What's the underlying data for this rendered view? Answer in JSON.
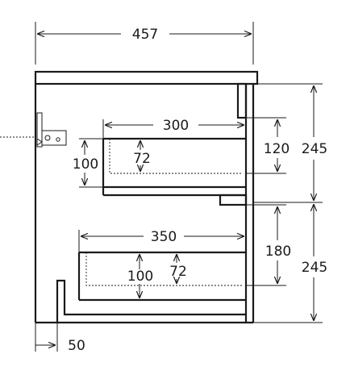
{
  "dimensions": {
    "overall_width": "457",
    "upper_drawer_width": "300",
    "lower_drawer_width": "350",
    "upper_front_height": "100",
    "upper_drawer_height": "72",
    "upper_clearance": "120",
    "upper_section_height": "245",
    "lower_drawer_front": "100",
    "lower_drawer_height": "72",
    "lower_clearance": "180",
    "lower_section_height": "245",
    "plinth_depth": "50"
  },
  "colors": {
    "line": "#1a1a1a",
    "background": "#ffffff"
  }
}
